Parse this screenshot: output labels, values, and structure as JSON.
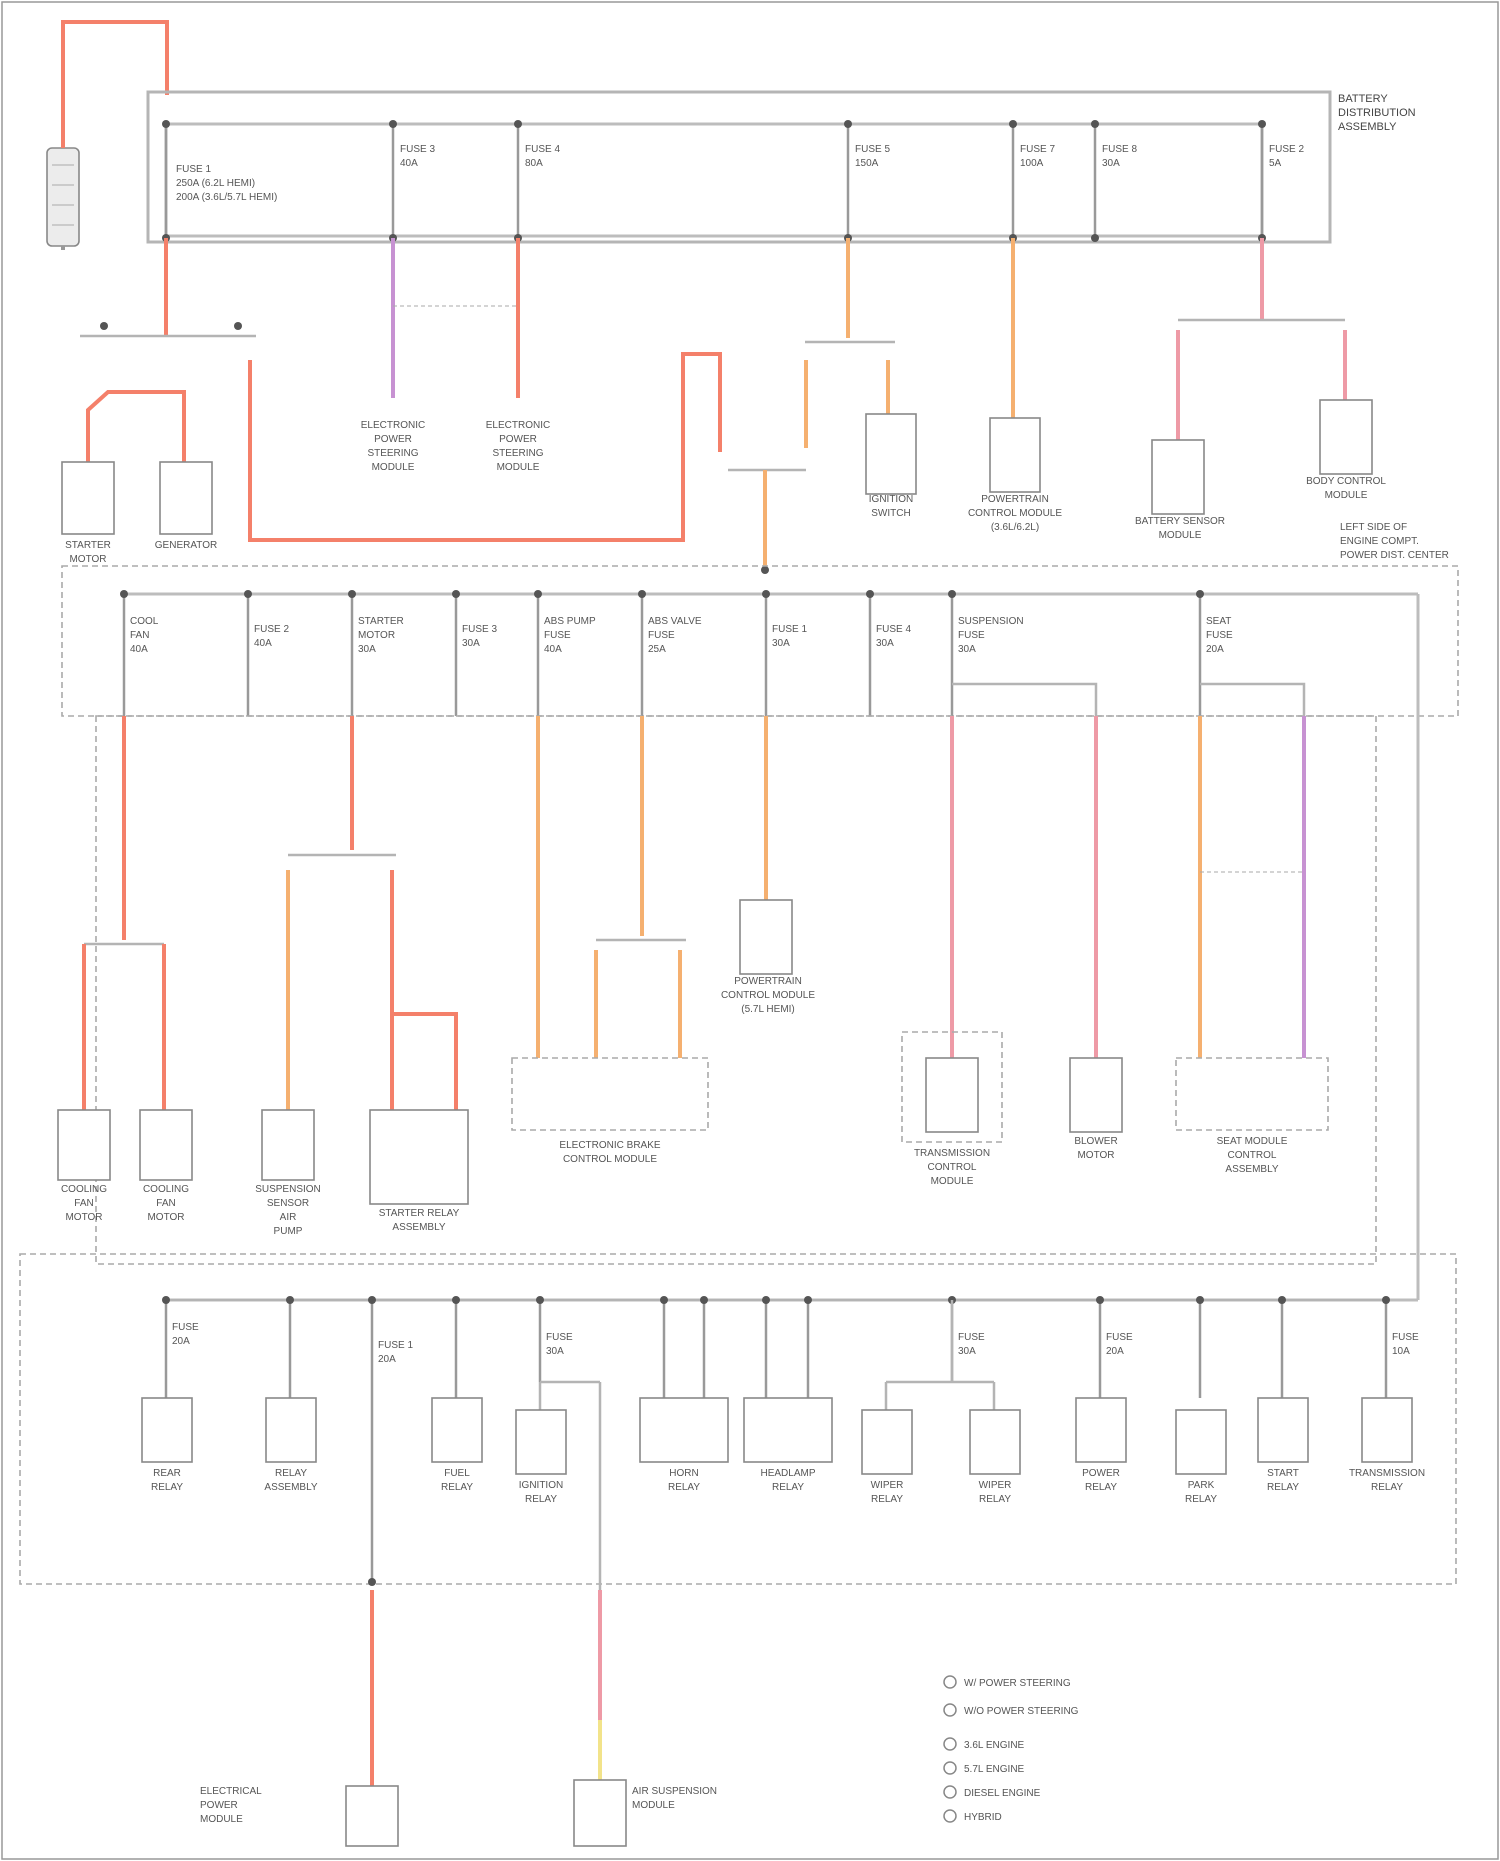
{
  "colors": {
    "red": "#f4806a",
    "orange": "#f5b070",
    "pink": "#ee9aa6",
    "violet": "#c792d2",
    "yellow": "#f2e38a",
    "grey": "#b8b8b8"
  },
  "top_box_label": [
    "BATTERY",
    "DISTRIBUTION",
    "ASSEMBLY"
  ],
  "top_fuses": [
    {
      "id": "f1",
      "lines": [
        "FUSE 1",
        "250A (6.2L HEMI)",
        "200A (3.6L/5.7L HEMI)"
      ]
    },
    {
      "id": "f2",
      "lines": [
        "FUSE 3",
        "40A"
      ]
    },
    {
      "id": "f3",
      "lines": [
        "FUSE 4",
        "80A"
      ]
    },
    {
      "id": "f4",
      "lines": [
        "FUSE 5",
        "150A"
      ]
    },
    {
      "id": "f5",
      "lines": [
        "FUSE 7",
        "100A"
      ]
    },
    {
      "id": "f6",
      "lines": [
        "FUSE 8",
        "30A"
      ]
    },
    {
      "id": "f7",
      "lines": [
        "FUSE 2",
        "5A"
      ]
    }
  ],
  "top_components": [
    {
      "id": "starter",
      "lines": [
        "STARTER",
        "MOTOR"
      ]
    },
    {
      "id": "generator",
      "lines": [
        "GENERATOR"
      ]
    },
    {
      "id": "eps1",
      "lines": [
        "ELECTRONIC",
        "POWER",
        "STEERING",
        "MODULE"
      ]
    },
    {
      "id": "eps2",
      "lines": [
        "ELECTRONIC",
        "POWER",
        "STEERING",
        "MODULE"
      ]
    },
    {
      "id": "ignition",
      "lines": [
        "IGNITION",
        "SWITCH"
      ]
    },
    {
      "id": "pcm",
      "lines": [
        "POWERTRAIN",
        "CONTROL MODULE",
        "(3.6L/6.2L)"
      ]
    },
    {
      "id": "battery_sensor",
      "lines": [
        "BATTERY SENSOR",
        "MODULE"
      ]
    },
    {
      "id": "body_control",
      "lines": [
        "BODY CONTROL",
        "MODULE"
      ]
    }
  ],
  "pdc_label": [
    "LEFT SIDE OF",
    "ENGINE COMPT.",
    "POWER DIST. CENTER"
  ],
  "mid_fuses": [
    {
      "id": "m1",
      "lines": [
        "COOL",
        "FAN",
        "40A"
      ]
    },
    {
      "id": "m2",
      "lines": [
        "FUSE 2",
        "40A"
      ]
    },
    {
      "id": "m3",
      "lines": [
        "STARTER",
        "MOTOR",
        "30A"
      ]
    },
    {
      "id": "m4",
      "lines": [
        "FUSE 3",
        "30A"
      ]
    },
    {
      "id": "m5",
      "lines": [
        "ABS PUMP",
        "FUSE",
        "40A"
      ]
    },
    {
      "id": "m6",
      "lines": [
        "ABS VALVE",
        "FUSE",
        "25A"
      ]
    },
    {
      "id": "m7",
      "lines": [
        "FUSE 1",
        "30A"
      ]
    },
    {
      "id": "m8",
      "lines": [
        "FUSE 4",
        "30A"
      ]
    },
    {
      "id": "m9",
      "lines": [
        "SUSPENSION",
        "FUSE",
        "30A"
      ]
    },
    {
      "id": "m10",
      "lines": [
        "SEAT",
        "FUSE",
        "20A"
      ]
    }
  ],
  "mid_components": [
    {
      "id": "fan_left",
      "lines": [
        "COOLING",
        "FAN",
        "MOTOR"
      ]
    },
    {
      "id": "fan_right",
      "lines": [
        "COOLING",
        "FAN",
        "MOTOR"
      ]
    },
    {
      "id": "susp_relay",
      "lines": [
        "SUSPENSION",
        "SENSOR",
        "AIR",
        "PUMP"
      ]
    },
    {
      "id": "starter_relay",
      "lines": [
        "STARTER RELAY",
        "ASSEMBLY"
      ]
    },
    {
      "id": "ebcm",
      "lines": [
        "ELECTRONIC BRAKE",
        "CONTROL MODULE"
      ]
    },
    {
      "id": "pcm2",
      "lines": [
        "POWERTRAIN",
        "CONTROL MODULE",
        "(5.7L HEMI)"
      ]
    },
    {
      "id": "trans",
      "lines": [
        "TRANSMISSION",
        "CONTROL",
        "MODULE"
      ]
    },
    {
      "id": "blower",
      "lines": [
        "BLOWER",
        "MOTOR"
      ]
    },
    {
      "id": "seat_module",
      "lines": [
        "SEAT MODULE",
        "CONTROL",
        "ASSEMBLY"
      ]
    }
  ],
  "bottom_fuses": [
    {
      "id": "b1",
      "lines": [
        "FUSE",
        "20A"
      ]
    },
    {
      "id": "b2",
      "lines": [
        "FUSE 1",
        "20A"
      ]
    },
    {
      "id": "b3",
      "lines": [
        "FUSE",
        "30A"
      ]
    },
    {
      "id": "b4",
      "lines": [
        "FUSE",
        "30A"
      ]
    },
    {
      "id": "b5",
      "lines": [
        "FUSE",
        "20A"
      ]
    },
    {
      "id": "b6",
      "lines": [
        "FUSE",
        "10A"
      ]
    }
  ],
  "bottom_relays": [
    {
      "id": "r1",
      "lines": [
        "REAR",
        "RELAY"
      ]
    },
    {
      "id": "r2",
      "lines": [
        "RELAY",
        "ASSEMBLY"
      ]
    },
    {
      "id": "r3",
      "lines": [
        "FUEL",
        "RELAY"
      ]
    },
    {
      "id": "r4",
      "lines": [
        "IGNITION",
        "RELAY"
      ]
    },
    {
      "id": "r5",
      "lines": [
        "HORN",
        "RELAY"
      ]
    },
    {
      "id": "r6",
      "lines": [
        "HEADLAMP",
        "RELAY"
      ]
    },
    {
      "id": "r7",
      "lines": [
        "WIPER",
        "RELAY"
      ]
    },
    {
      "id": "r8",
      "lines": [
        "WIPER",
        "RELAY"
      ]
    },
    {
      "id": "r9",
      "lines": [
        "POWER",
        "RELAY"
      ]
    },
    {
      "id": "r10",
      "lines": [
        "PARK",
        "RELAY"
      ]
    },
    {
      "id": "r11",
      "lines": [
        "START",
        "RELAY"
      ]
    },
    {
      "id": "r12",
      "lines": [
        "TRANSMISSION",
        "RELAY"
      ]
    }
  ],
  "bottom_components": [
    {
      "id": "epm",
      "lines": [
        "ELECTRICAL",
        "POWER",
        "MODULE"
      ]
    },
    {
      "id": "air_susp",
      "lines": [
        "AIR SUSPENSION",
        "MODULE"
      ]
    }
  ],
  "legend": [
    {
      "id": "l1",
      "text": "W/ POWER STEERING"
    },
    {
      "id": "l2",
      "text": "W/O POWER STEERING"
    },
    {
      "id": "l3",
      "text": "3.6L ENGINE"
    },
    {
      "id": "l4",
      "text": "5.7L ENGINE"
    },
    {
      "id": "l5",
      "text": "DIESEL ENGINE"
    },
    {
      "id": "l6",
      "text": "HYBRID"
    }
  ]
}
